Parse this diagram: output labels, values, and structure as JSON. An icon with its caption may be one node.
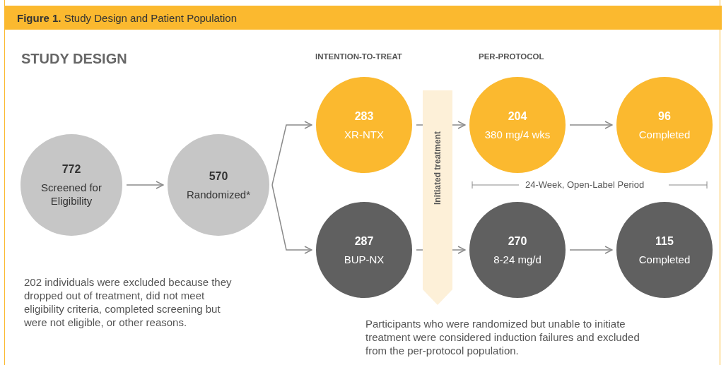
{
  "diagram": {
    "title": "**Figure 1.** Study Design and Patient Population",
    "nodes": [
      {
        "text": [
          "772",
          "Screened for Eligibility"
        ]
      },
      {
        "text": [
          "570",
          "Randomized*"
        ]
      },
      {
        "text": [
          "283",
          "XR-NTX"
        ]
      },
      {
        "text": [
          "287",
          "BUP-NX"
        ]
      },
      {
        "text": [
          "Initiated treatment"
        ]
      },
      {
        "text": [
          "204",
          "380 mg/4 wks"
        ]
      },
      {
        "text": [
          "96",
          "Completed"
        ]
      },
      {
        "text": [
          "270",
          "8-24 mg/d"
        ]
      },
      {
        "text": [
          "115",
          "Completed"
        ]
      }
    ],
    "edges": [
      {
        "from": 0,
        "to": 1,
        "arrow": "to"
      },
      {
        "from": 1,
        "to": 2,
        "arrow": "to"
      },
      {
        "from": 1,
        "to": 3,
        "arrow": "to"
      },
      {
        "from": 2,
        "to": 4,
        "arrow": "none"
      },
      {
        "from": 4,
        "to": 5,
        "arrow": "to"
      },
      {
        "from": 3,
        "to": 4,
        "arrow": "none"
      },
      {
        "from": 4,
        "to": 7,
        "arrow": "to"
      },
      {
        "from": 5,
        "to": 6,
        "arrow": "to"
      },
      {
        "from": 7,
        "to": 8,
        "arrow": "to"
      }
    ],
    "labels": [
      "STUDY DESIGN",
      "INTENTION-TO-TREAT",
      "PER-PROTOCOL",
      "24-Week, Open-Label Period",
      "202 individuals were excluded because they dropped out of treatment, did not meet eligibility criteria, completed screening but were not eligible, or other reasons.",
      "Participants who were randomized but unable to initiate treatment were considered induction failures and excluded from the per-protocol population."
    ]
  }
}
